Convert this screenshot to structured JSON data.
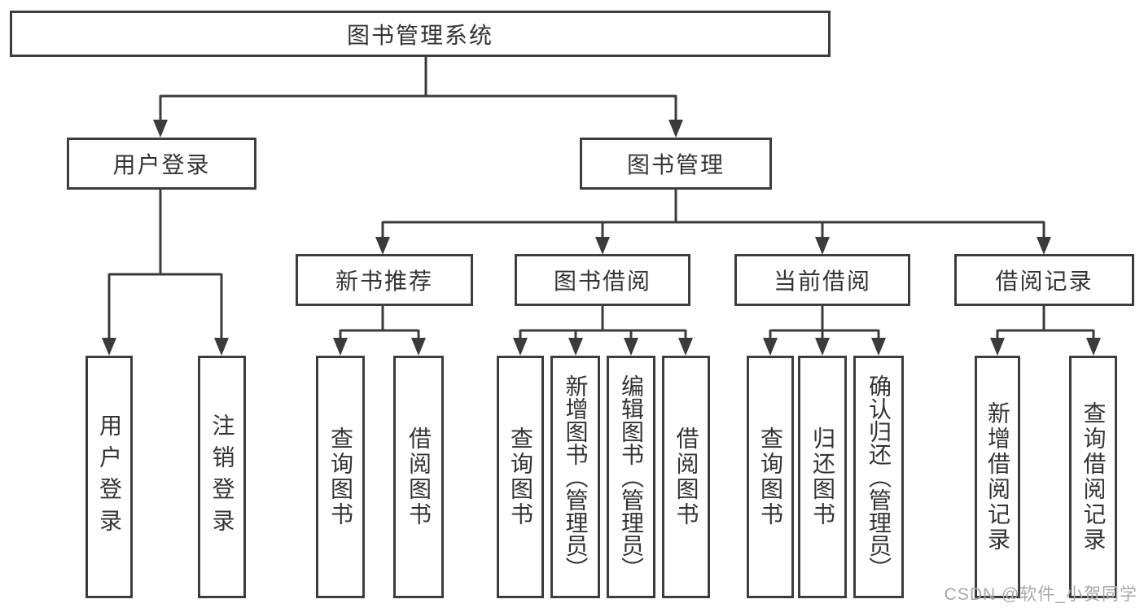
{
  "diagram": {
    "root": "图书管理系统",
    "level2": {
      "user_login": "用户登录",
      "book_mgmt": "图书管理"
    },
    "level3": {
      "new_books": "新书推荐",
      "book_borrow": "图书借阅",
      "current_borrow": "当前借阅",
      "borrow_records": "借阅记录"
    },
    "leaves": {
      "user_login": [
        "用户登录",
        "注销登录"
      ],
      "new_books": [
        "查询图书",
        "借阅图书"
      ],
      "book_borrow": [
        "查询图书",
        "新增图书（管理员）",
        "编辑图书（管理员）",
        "借阅图书"
      ],
      "current_borrow": [
        "查询图书",
        "归还图书",
        "确认归还（管理员）"
      ],
      "borrow_records": [
        "新增借阅记录",
        "查询借阅记录"
      ]
    }
  },
  "watermark": "CSDN @软件_小贺同学",
  "colors": {
    "line": "#3b3b3b",
    "box_border": "#3d3d3d",
    "text": "#333333",
    "background": "#ffffff",
    "watermark": "#a8a8a8"
  }
}
